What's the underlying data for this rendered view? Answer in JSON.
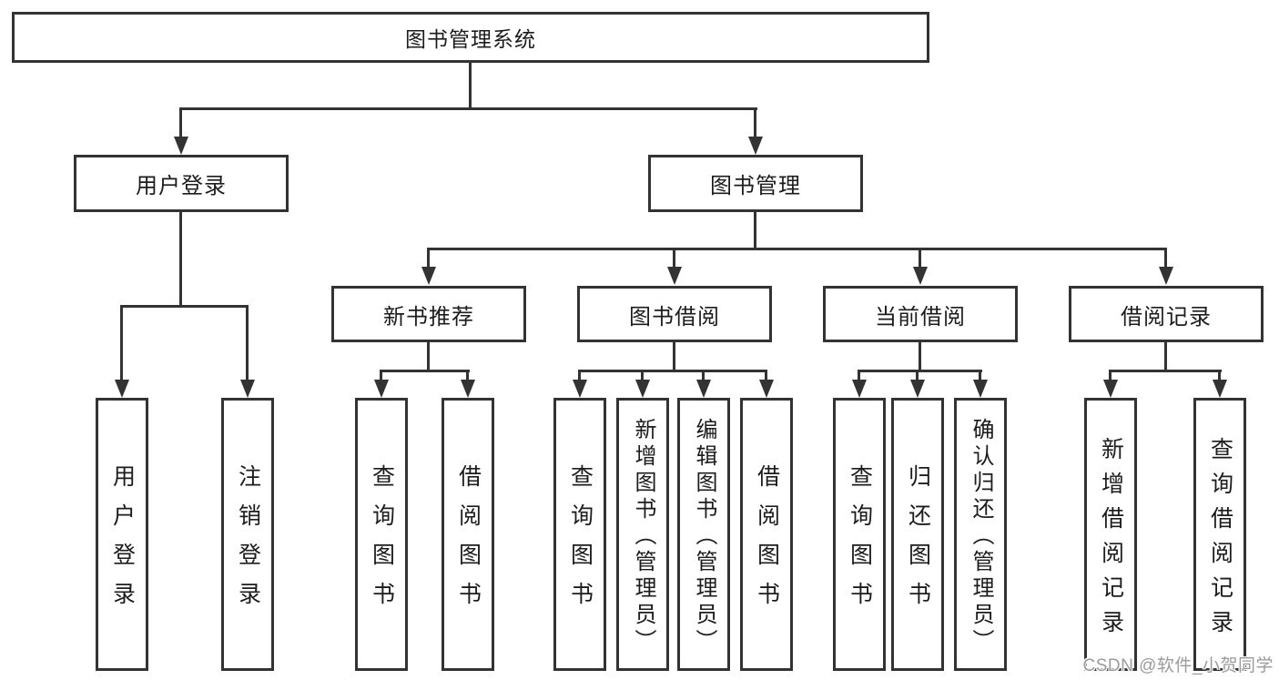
{
  "diagram": {
    "type": "hierarchy-tree",
    "tree": {
      "root": {
        "label": "图书管理系统"
      },
      "children": [
        {
          "label": "用户登录",
          "children": [
            {
              "label": "用户登录"
            },
            {
              "label": "注销登录"
            }
          ]
        },
        {
          "label": "图书管理",
          "children": [
            {
              "label": "新书推荐",
              "children": [
                {
                  "label": "查询图书"
                },
                {
                  "label": "借阅图书"
                }
              ]
            },
            {
              "label": "图书借阅",
              "children": [
                {
                  "label": "查询图书"
                },
                {
                  "label": "新增图书（管理员）"
                },
                {
                  "label": "编辑图书（管理员）"
                },
                {
                  "label": "借阅图书"
                }
              ]
            },
            {
              "label": "当前借阅",
              "children": [
                {
                  "label": "查询图书"
                },
                {
                  "label": "归还图书"
                },
                {
                  "label": "确认归还（管理员）"
                }
              ]
            },
            {
              "label": "借阅记录",
              "children": [
                {
                  "label": "新增借阅记录"
                },
                {
                  "label": "查询借阅记录"
                }
              ]
            }
          ]
        }
      ]
    }
  },
  "watermark": {
    "text": "CSDN @软件_小贺同学"
  },
  "colors": {
    "line": "#333333",
    "text": "#1c1c1c",
    "background": "#ffffff",
    "watermark": "#9b9b9b"
  }
}
